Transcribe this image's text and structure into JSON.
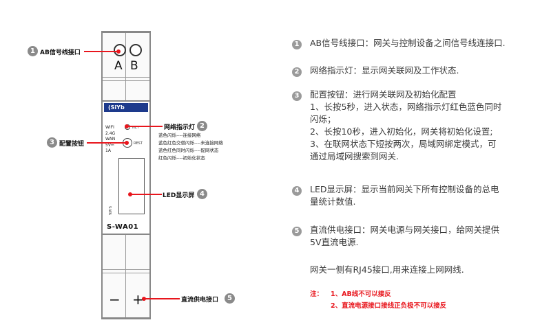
{
  "device": {
    "terminal_a": "A",
    "terminal_b": "B",
    "logo_text": "(SiYb",
    "specs": [
      "WIFI",
      "2.4G",
      "WAN",
      "5V⎓",
      "1A"
    ],
    "net_label": "NET",
    "reset_label": "REST",
    "side_text": "S-WA",
    "model": "S-WA01",
    "minus": "−",
    "plus": "+"
  },
  "callouts": {
    "ab": {
      "num": "1",
      "label": "AB信号线接口"
    },
    "net": {
      "num": "2",
      "label": "网络指示灯"
    },
    "config": {
      "num": "3",
      "label": "配置按钮"
    },
    "led": {
      "num": "4",
      "label": "LED显示屏"
    },
    "power": {
      "num": "5",
      "label": "直流供电接口"
    }
  },
  "led_legend": [
    "蓝色闪烁----连接网络",
    "蓝色红色交替闪烁----未连接网络",
    "蓝色红色同时闪烁----配网状态",
    "红色闪烁----初始化状态"
  ],
  "descriptions": [
    {
      "num": "1",
      "lines": [
        "AB信号线接口：网关与控制设备之间信号线连接口."
      ]
    },
    {
      "num": "2",
      "lines": [
        "网络指示灯：显示网关联网及工作状态."
      ]
    },
    {
      "num": "3",
      "lines": [
        "配置按钮：进行网关联网及初始化配置",
        "1、长按5秒，进入状态，网络指示灯红色蓝色同时",
        "闪烁；",
        "2、长按10秒，进入初始化，网关将初始化设置;",
        "3、在联网状态下短按两次，局域网绑定模式，可",
        "通过局域网搜索到网关."
      ]
    },
    {
      "num": "4",
      "lines": [
        "LED显示屏：显示当前网关下所有控制设备的总电",
        "量统计数值."
      ]
    },
    {
      "num": "5",
      "lines": [
        "直流供电接口：网关电源与网关接口，给网关提供",
        "5V直流电源."
      ]
    }
  ],
  "extra_text": "网关一侧有RJ45接口,用来连接上网网线.",
  "notes": {
    "prefix": "注：",
    "items": [
      "1、AB线不可以接反",
      "2、直流电源接口接线正负极不可以接反"
    ]
  },
  "colors": {
    "accent_red": "#e8161d",
    "logo_blue": "#1d3a8c",
    "badge_gray": "#8a8a8a"
  }
}
